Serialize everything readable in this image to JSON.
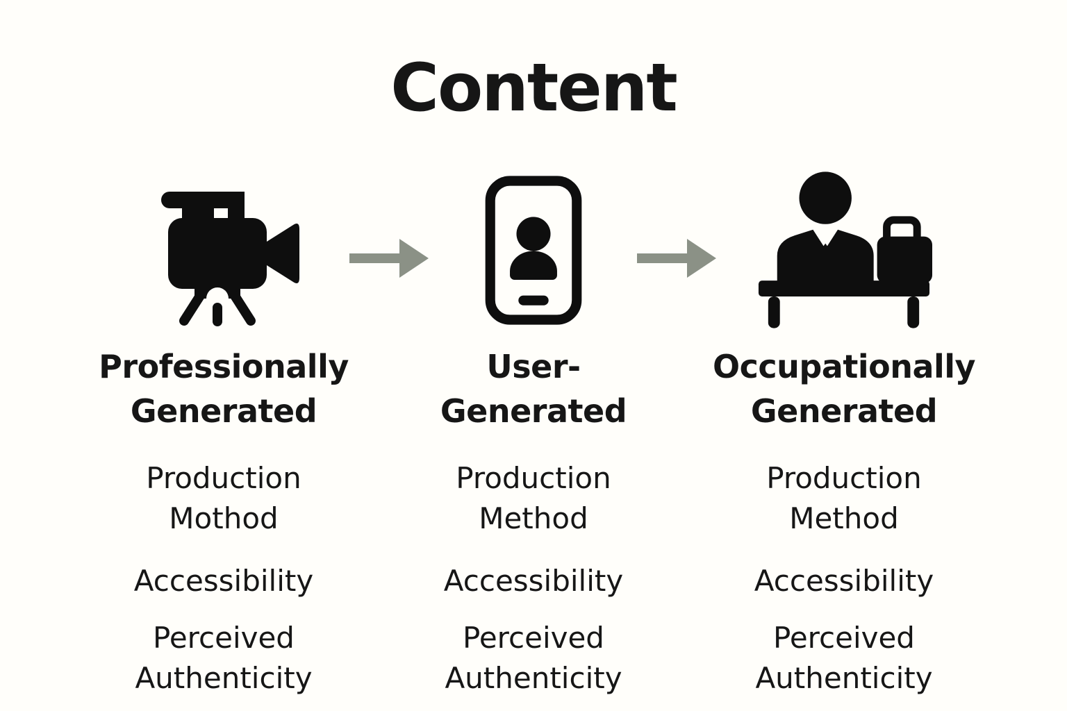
{
  "title": "Content",
  "columns": [
    {
      "id": "professionally-generated",
      "icon": "video-camera-tripod",
      "heading": "Professionally\nGenerated",
      "attributes": [
        "Production\nMothod",
        "Accessibility",
        "Perceived\nAuthenticity"
      ]
    },
    {
      "id": "user-generated",
      "icon": "smartphone-person",
      "heading": "User-\nGenerated",
      "attributes": [
        "Production\nMethod",
        "Accessibility",
        "Perceived\nAuthenticity"
      ]
    },
    {
      "id": "occupationally-generated",
      "icon": "office-worker-desk-briefcase",
      "heading": "Occupationally\nGenerated",
      "attributes": [
        "Production\nMethod",
        "Accessibility",
        "Perceived\nAuthenticity"
      ]
    }
  ],
  "arrows": [
    {
      "direction": "right"
    },
    {
      "direction": "right"
    }
  ],
  "colors": {
    "background": "#fffefa",
    "text": "#161616",
    "icon": "#0e0e0e",
    "arrow": "#8b9186"
  }
}
